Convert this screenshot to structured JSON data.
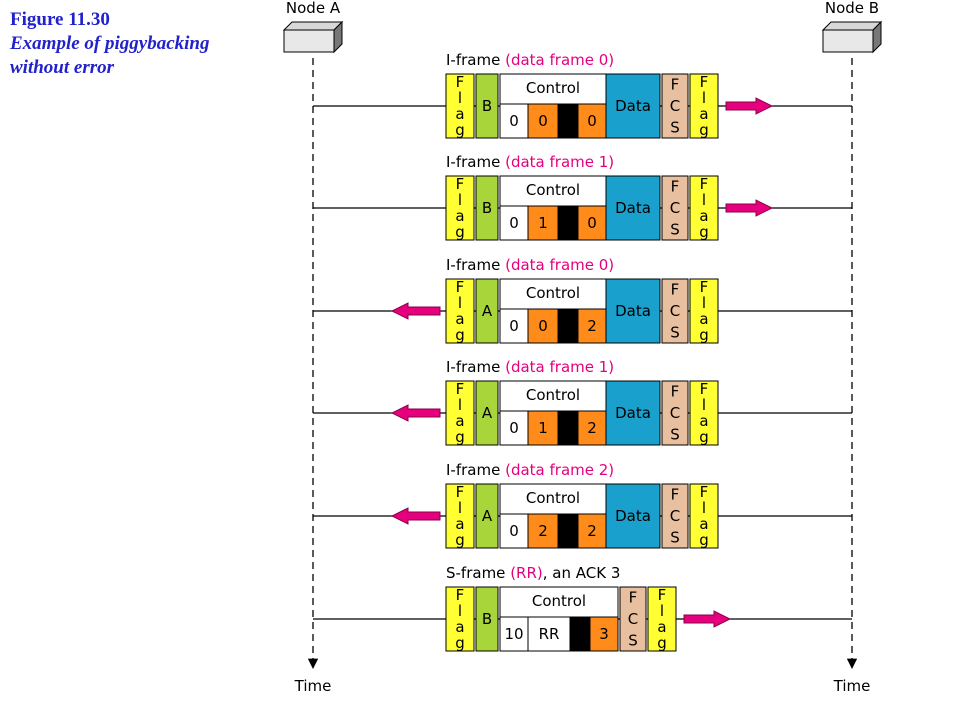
{
  "figure": {
    "number": "Figure 11.30",
    "title": "Example of piggybacking without error"
  },
  "nodes": {
    "left": "Node A",
    "right": "Node B"
  },
  "time_label": "Time",
  "field_labels": {
    "flag": "Flag",
    "fcs": "FCS",
    "data": "Data",
    "control": "Control"
  },
  "colors": {
    "flag": "#ffff33",
    "address": "#a8d63a",
    "control_box": "#ffffff",
    "seq": "#ff8c1a",
    "black": "#000000",
    "data": "#1aa0cc",
    "fcs": "#e8c0a0",
    "arrow": "#e6007e",
    "caption": "#2222cc"
  },
  "frames": [
    {
      "kind": "I-frame",
      "detail": "(data frame 0)",
      "address": "B",
      "c1": "0",
      "c2": "0",
      "c3": "0",
      "direction": "right"
    },
    {
      "kind": "I-frame",
      "detail": "(data frame 1)",
      "address": "B",
      "c1": "0",
      "c2": "1",
      "c3": "0",
      "direction": "right"
    },
    {
      "kind": "I-frame",
      "detail": "(data frame 0)",
      "address": "A",
      "c1": "0",
      "c2": "0",
      "c3": "2",
      "direction": "left"
    },
    {
      "kind": "I-frame",
      "detail": "(data frame 1)",
      "address": "A",
      "c1": "0",
      "c2": "1",
      "c3": "2",
      "direction": "left"
    },
    {
      "kind": "I-frame",
      "detail": "(data frame 2)",
      "address": "A",
      "c1": "0",
      "c2": "2",
      "c3": "2",
      "direction": "left"
    },
    {
      "kind": "S-frame",
      "detail": "(RR)",
      "suffix": ", an ACK 3",
      "address": "B",
      "c1": "10",
      "c2": "RR",
      "c3": "3",
      "direction": "right"
    }
  ]
}
